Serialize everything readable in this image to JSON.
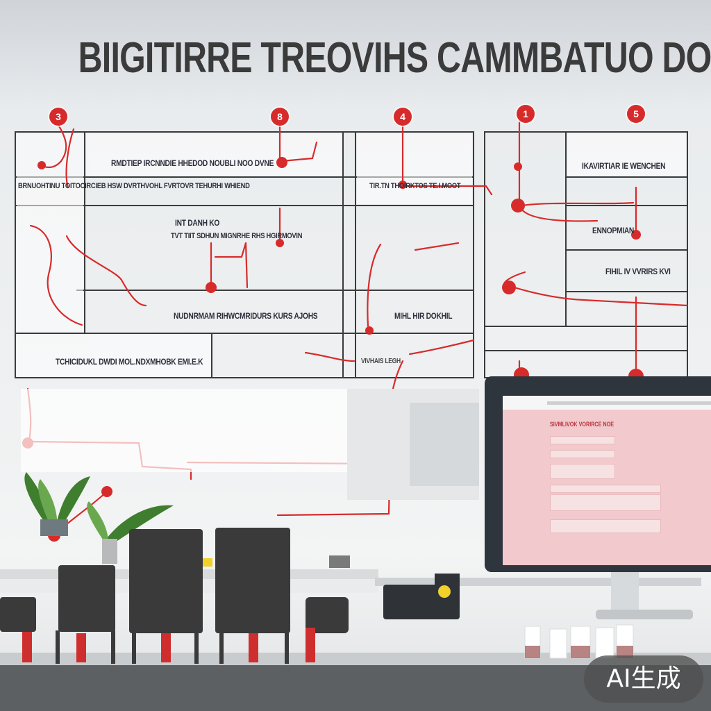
{
  "title": "BIIGITIRRE TREOVIHS CAMMBATUO DOSORT",
  "markers": [
    "3",
    "8",
    "4",
    "1",
    "5"
  ],
  "labels": {
    "l1": "RMDTIEP IRCNNDIE HHEDOD NOUBLI NOO DVNE",
    "l2": "BRNUOHTINU TOITOCIRCIEB HSW DVRTHVOHL FVRTOVR TEHURHI WHIEND",
    "l3": "TIR.TN THOIRKTOS TE.I.MOOT",
    "l4": "IKAVIRTIAR IE WENCHEN",
    "l5": "VIVHAIS LEGH",
    "l6": "INT DANH KO",
    "l7": "TVT TIIT SDHUN MIGNRHE RHS HGIRMOVIN",
    "l8": "NUDNRMAM RIHWCMRIDURS KURS AJOHS",
    "l9": "MIHL HIR DOKHIL",
    "l10": "TCHICIDUKL DWDI MOL.NDXMHOBK EMI.E.K",
    "l11": "ENNOPMIAN",
    "l12": "FIHIL IV VVRIRS KVI"
  },
  "screen": {
    "heading": "SIVMLIVOK VORIRCE NOE"
  },
  "badge": "AI生成",
  "colors": {
    "accent": "#d72b2b",
    "ink": "#3b3b3b",
    "monitor": "#2e353c",
    "screen": "#f2c9cc",
    "chair": "#3a3a3a"
  }
}
